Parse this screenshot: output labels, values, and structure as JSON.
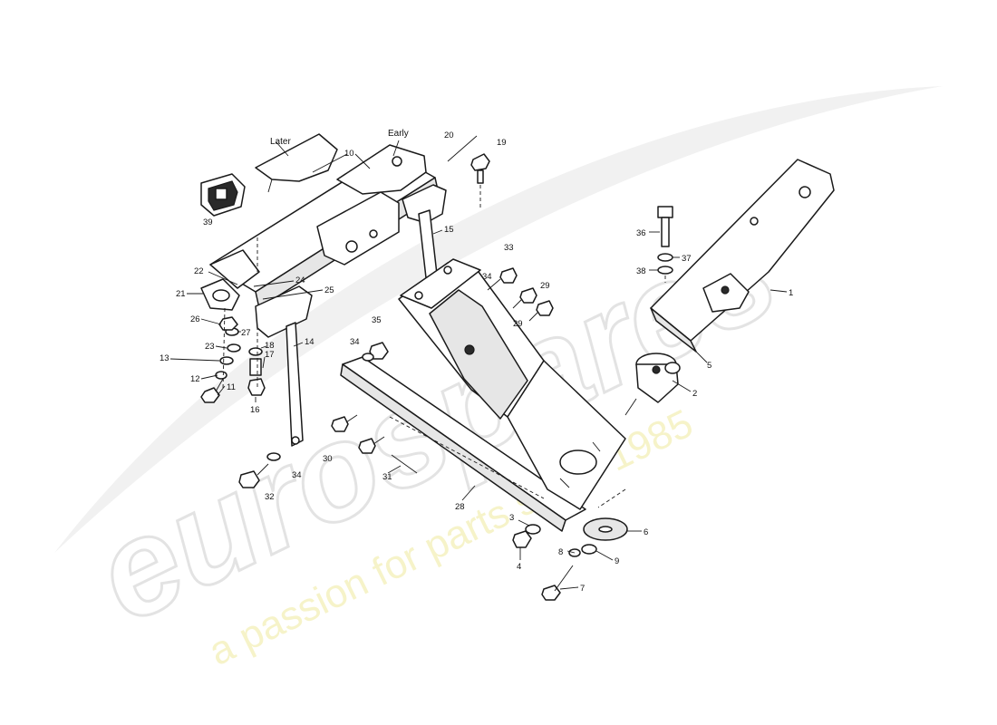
{
  "watermark": {
    "logo": "eurospares",
    "tagline": "a passion for parts since 1985"
  },
  "variants": {
    "later": "Later",
    "early": "Early"
  },
  "callouts": {
    "c1": "1",
    "c2": "2",
    "c3": "3",
    "c4": "4",
    "c5": "5",
    "c6": "6",
    "c7": "7",
    "c8": "8",
    "c9": "9",
    "c10": "10",
    "c11": "11",
    "c12": "12",
    "c13": "13",
    "c14": "14",
    "c15": "15",
    "c16": "16",
    "c17": "17",
    "c18": "18",
    "c19": "19",
    "c20": "20",
    "c21": "21",
    "c22": "22",
    "c23": "23",
    "c24": "24",
    "c25": "25",
    "c26": "26",
    "c27": "27",
    "c28": "28",
    "c29a": "29",
    "c29b": "29",
    "c30": "30",
    "c31": "31",
    "c32": "32",
    "c33": "33",
    "c34a": "34",
    "c34b": "34",
    "c34c": "34",
    "c35": "35",
    "c36": "36",
    "c37": "37",
    "c38": "38",
    "c39": "39"
  }
}
